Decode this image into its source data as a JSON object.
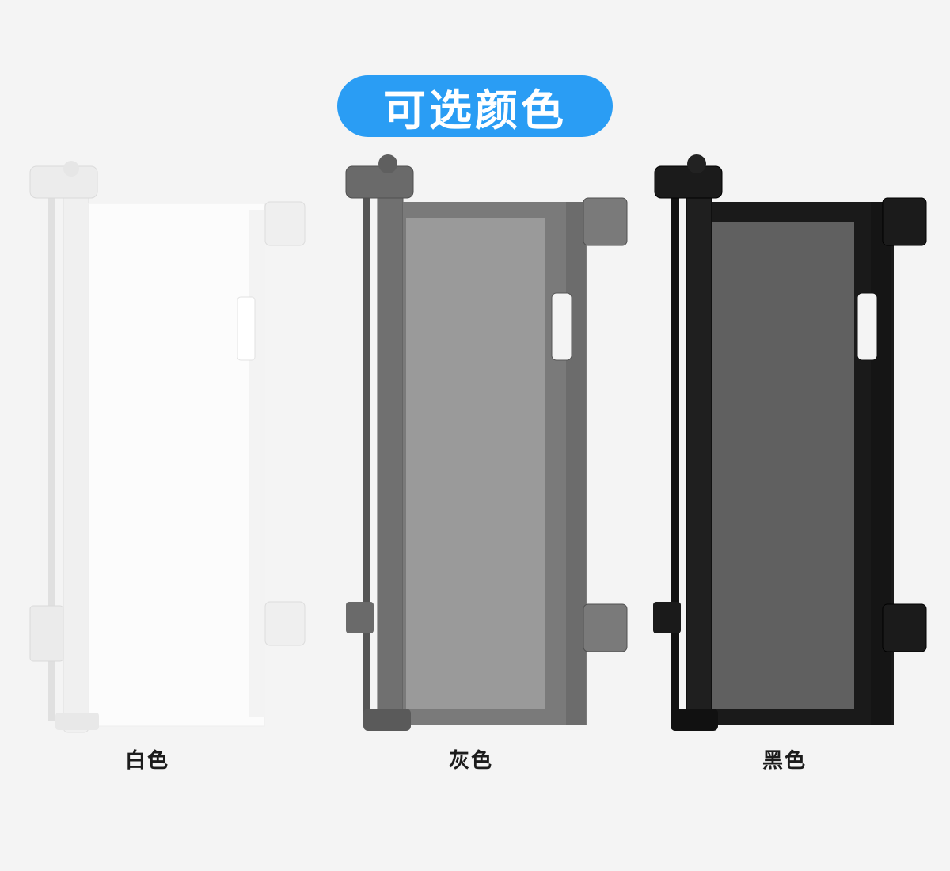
{
  "title": "可选颜色",
  "options": [
    {
      "label": "白色",
      "frame": "#f2f2f2",
      "mesh": "#fbfbfb",
      "accent": "#e3e3e3",
      "stroke": "#d8d8d8"
    },
    {
      "label": "灰色",
      "frame": "#6e6e6e",
      "mesh": "#8e8e8e",
      "accent": "#555555",
      "stroke": "#4a4a4a"
    },
    {
      "label": "黑色",
      "frame": "#1b1b1b",
      "mesh": "#5f5f5f",
      "accent": "#111111",
      "stroke": "#000000"
    }
  ]
}
